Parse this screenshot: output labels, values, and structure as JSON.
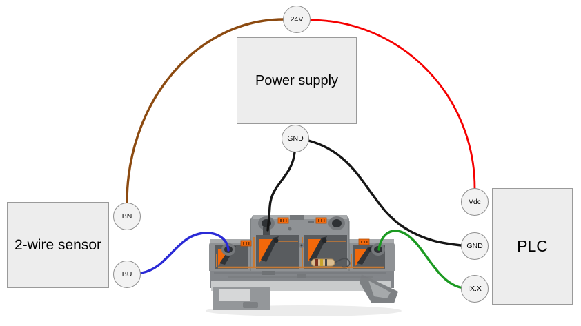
{
  "boxes": {
    "power_supply": {
      "label": "Power supply"
    },
    "sensor": {
      "label": "2-wire sensor"
    },
    "plc": {
      "label": "PLC"
    }
  },
  "nodes": {
    "v24": {
      "label": "24V"
    },
    "ps_gnd": {
      "label": "GND"
    },
    "bn": {
      "label": "BN"
    },
    "bu": {
      "label": "BU"
    },
    "vdc": {
      "label": "Vdc"
    },
    "plc_gnd": {
      "label": "GND"
    },
    "ixx": {
      "label": "IX.X"
    }
  },
  "wires": [
    {
      "name": "sensor-bn-to-24v",
      "from": "BN",
      "to": "24V",
      "color": "#8c4a10"
    },
    {
      "name": "24v-to-plc-vdc",
      "from": "24V",
      "to": "Vdc",
      "color": "#f50000"
    },
    {
      "name": "ps-gnd-to-terminal-block",
      "from": "GND",
      "to": "terminal block",
      "color": "#161616"
    },
    {
      "name": "ps-gnd-to-plc-gnd",
      "from": "GND",
      "to": "GND",
      "color": "#161616"
    },
    {
      "name": "sensor-bu-to-terminal-block",
      "from": "BU",
      "to": "terminal block",
      "color": "#2a2ad6"
    },
    {
      "name": "terminal-block-to-plc-ixx",
      "from": "terminal block",
      "to": "IX.X",
      "color": "#1c9a22"
    }
  ],
  "colors": {
    "box_fill": "#ededed",
    "box_border": "#9a9a9a",
    "node_fill": "#f2f2f2",
    "node_border": "#8f8f8f",
    "wire_brown": "#8c4a10",
    "wire_red": "#f50000",
    "wire_black": "#161616",
    "wire_blue": "#2a2ad6",
    "wire_green": "#1c9a22"
  },
  "terminal_block": {
    "name": "double-level-push-in-terminal-block"
  }
}
